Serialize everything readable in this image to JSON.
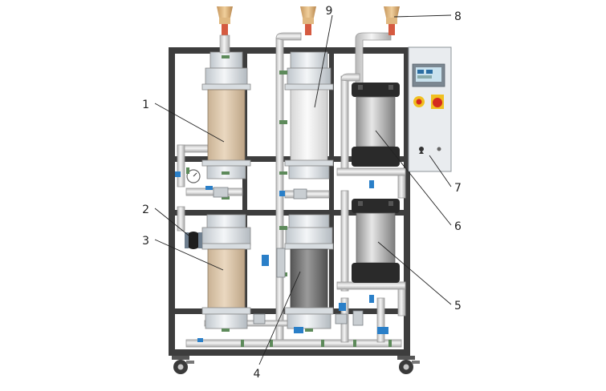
{
  "callouts": [
    {
      "id": "1",
      "label": "1"
    },
    {
      "id": "2",
      "label": "2"
    },
    {
      "id": "3",
      "label": "3"
    },
    {
      "id": "4",
      "label": "4"
    },
    {
      "id": "5",
      "label": "5"
    },
    {
      "id": "6",
      "label": "6"
    },
    {
      "id": "7",
      "label": "7"
    },
    {
      "id": "8",
      "label": "8"
    },
    {
      "id": "9",
      "label": "9"
    }
  ],
  "colors": {
    "frame": "#3d3d3d",
    "pipe": "#e2e2e2",
    "pipe_edge": "#9a9a9a",
    "media_beige": "#e2cfb6",
    "media_white": "#f1f1f1",
    "media_dark": "#7c7c7c",
    "vessel_metal": "#b7b7b7",
    "vessel_dark": "#262626",
    "valve_brass": "#d9b077",
    "valve_blue": "#2a7fc8",
    "fitting_green": "#5d8a5a",
    "button_red": "#d42a1e",
    "button_yellow": "#f0c020",
    "panel": "#e9ecef"
  }
}
